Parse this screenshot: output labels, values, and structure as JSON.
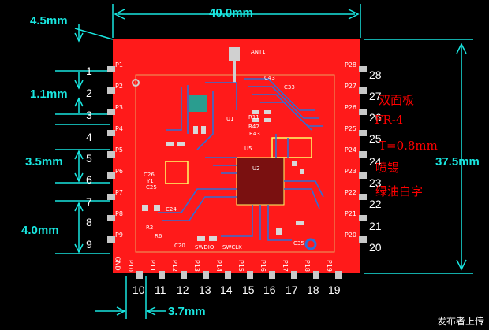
{
  "dimensions": {
    "top_width": "40.0mm",
    "top_margin": "4.5mm",
    "right_height": "37.5mm",
    "pad_width": "1.1mm",
    "pad_pitch_side": "3.5mm",
    "pad_span_side": "4.0mm",
    "bottom_pitch": "3.7mm"
  },
  "board_label": "ANT1",
  "left_pins": [
    "P1",
    "P2",
    "P3",
    "P4",
    "P5",
    "P6",
    "P7",
    "P8",
    "P9"
  ],
  "left_numbers": [
    "1",
    "2",
    "3",
    "4",
    "5",
    "6",
    "7",
    "8",
    "9"
  ],
  "right_pins": [
    "P28",
    "P27",
    "P26",
    "P25",
    "P24",
    "P23",
    "P22",
    "P21",
    "P20"
  ],
  "right_numbers": [
    "28",
    "27",
    "26",
    "25",
    "24",
    "23",
    "22",
    "21",
    "20"
  ],
  "bottom_pins": [
    "P10",
    "P11",
    "P12",
    "P13",
    "P14",
    "P15",
    "P16",
    "P17",
    "P18",
    "P19"
  ],
  "bottom_numbers": [
    "10",
    "11",
    "12",
    "13",
    "14",
    "15",
    "16",
    "17",
    "18",
    "19"
  ],
  "corner_label": "GND",
  "silk_labels": [
    "SWDIO",
    "SWCLK",
    "C20",
    "C25",
    "C26",
    "C24",
    "U1",
    "U2",
    "U5",
    "Y1",
    "R11",
    "R42",
    "R43",
    "R6",
    "R2",
    "C33",
    "C43",
    "C35"
  ],
  "notes": [
    "双面板",
    "FR-4",
    "T=0.8mm",
    "喷锡",
    "绿油白字"
  ],
  "watermark": "发布者上传",
  "colors": {
    "board": "#ff1a1a",
    "dimension": "#19e6e0",
    "pad": "#c8c8c8",
    "trace": "#2f6fd6",
    "note": "#ff0000"
  }
}
